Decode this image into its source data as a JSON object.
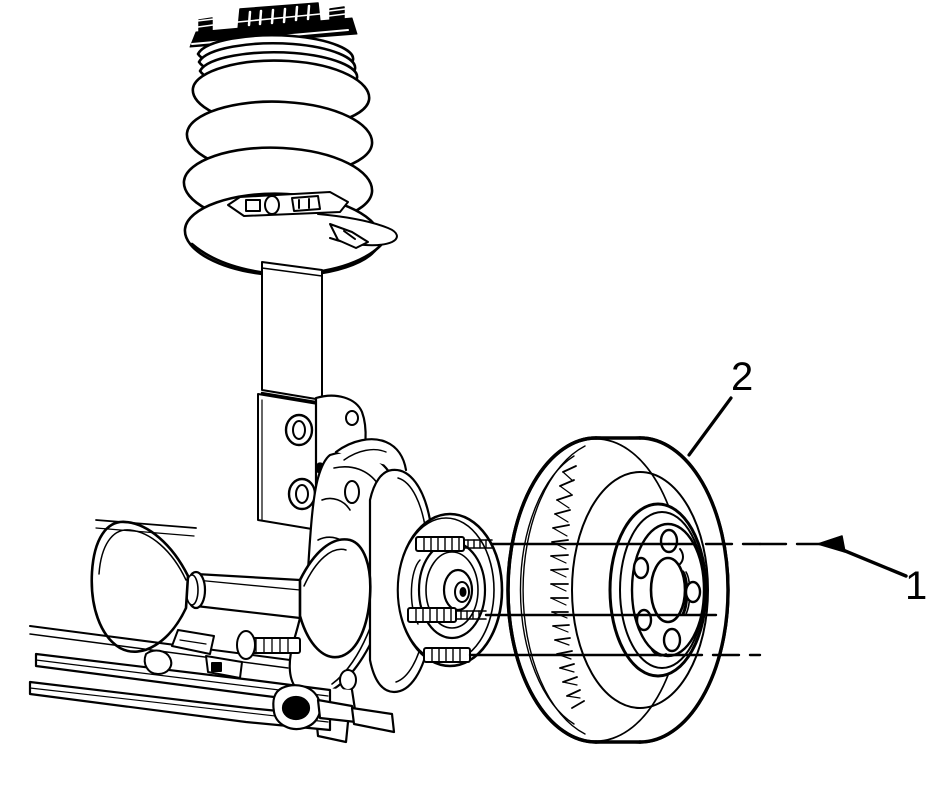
{
  "figure": {
    "title": "Front Wheel Drive Suspension and Brake Rotor Assembly",
    "background_color": "#ffffff",
    "line_color": "#000000",
    "view": "exploded isometric line drawing"
  },
  "callouts": [
    {
      "id": "1",
      "label": "1",
      "name": "wheel-stud-callout",
      "component": "Wheel hub bolt / stud",
      "leader": "arrow pointing left along horizontal dash-dot center line"
    },
    {
      "id": "2",
      "label": "2",
      "name": "brake-rotor-callout",
      "component": "Front brake rotor (vented disc)",
      "leader": "straight leader line down-left to rotor outer edge"
    }
  ],
  "components": [
    {
      "name": "strut-mount",
      "label": "Strut upper mount plate with studs"
    },
    {
      "name": "coil-spring",
      "label": "Coil spring",
      "coils": 5
    },
    {
      "name": "strut-tube",
      "label": "Strut / shock absorber tube"
    },
    {
      "name": "steering-knuckle",
      "label": "Steering knuckle"
    },
    {
      "name": "wheel-hub",
      "label": "Wheel hub and bearing"
    },
    {
      "name": "wheel-studs",
      "label": "Wheel studs",
      "count": 3
    },
    {
      "name": "cv-axle-shaft",
      "label": "CV axle drive shaft"
    },
    {
      "name": "cv-boot",
      "label": "CV joint boot"
    },
    {
      "name": "lower-control-arm",
      "label": "Lower control arm"
    },
    {
      "name": "ball-joint",
      "label": "Lower ball joint"
    },
    {
      "name": "brake-rotor",
      "label": "Vented brake rotor",
      "lug_holes": 5
    }
  ]
}
